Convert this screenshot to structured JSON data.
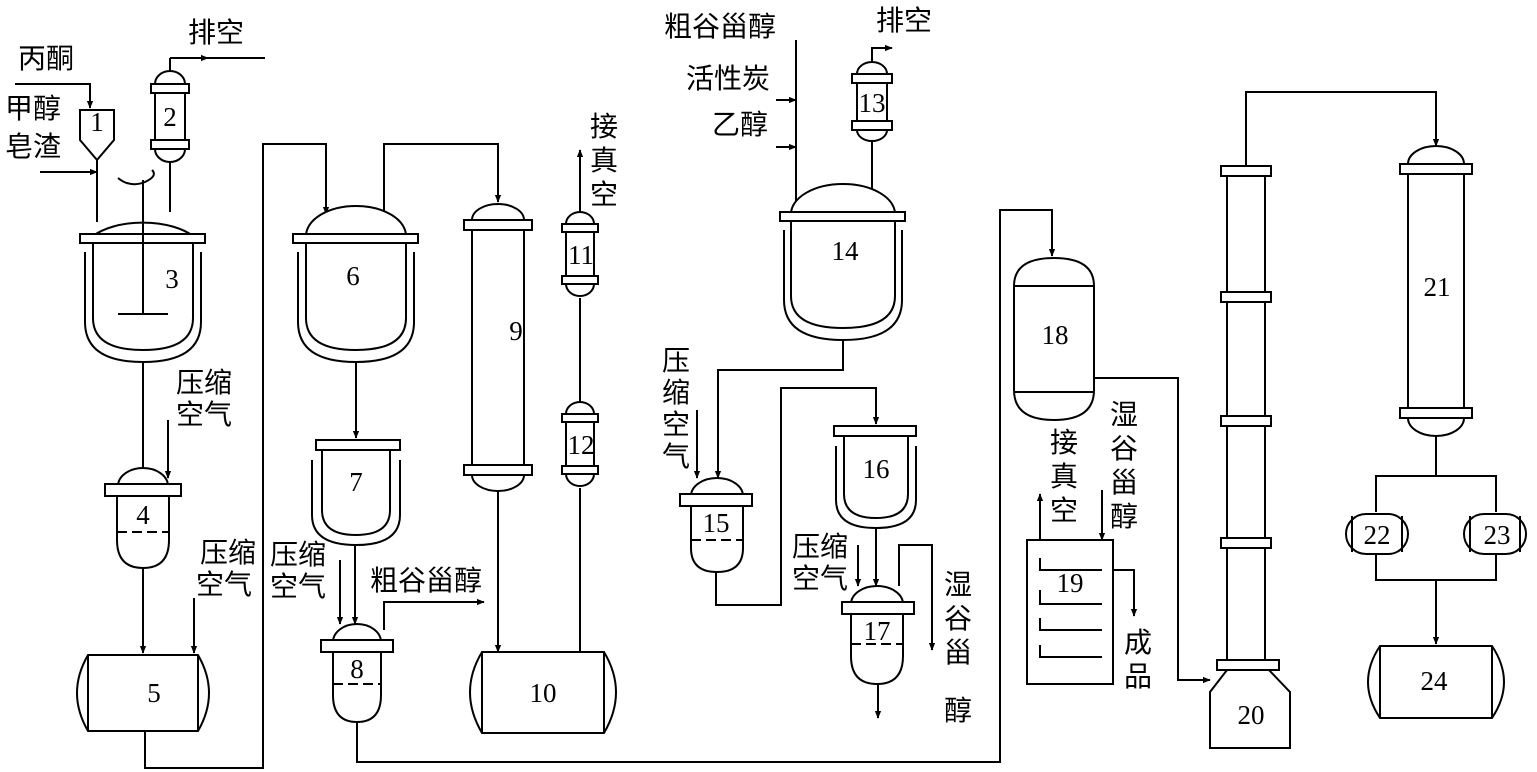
{
  "figure": {
    "units": {
      "u1": "1",
      "u2": "2",
      "u3": "3",
      "u4": "4",
      "u5": "5",
      "u6": "6",
      "u7": "7",
      "u8": "8",
      "u9": "9",
      "u10": "10",
      "u11": "11",
      "u12": "12",
      "u13": "13",
      "u14": "14",
      "u15": "15",
      "u16": "16",
      "u17": "17",
      "u18": "18",
      "u19": "19",
      "u20": "20",
      "u21": "21",
      "u22": "22",
      "u23": "23",
      "u24": "24"
    },
    "labels": {
      "acetone": "丙酮",
      "methanol": "甲醇",
      "soap_residue": "皂渣",
      "vent_top_left": "排空",
      "compressed_air_4": [
        "压缩",
        "空气"
      ],
      "compressed_air_5": [
        "压缩",
        "空气"
      ],
      "compressed_air_8": [
        "压缩",
        "空气"
      ],
      "crude_sterol_out": "粗谷甾醇",
      "vacuum_11": [
        "接",
        "真",
        "空"
      ],
      "crude_sterol_in": "粗谷甾醇",
      "activated_carbon": "活性炭",
      "ethanol": "乙醇",
      "vent_13": "排空",
      "compressed_air_15": [
        "压",
        "缩",
        "空",
        "气"
      ],
      "compressed_air_17": [
        "压缩",
        "空气"
      ],
      "wet_sterol_17": [
        "湿",
        "谷",
        "甾",
        "醇"
      ],
      "vacuum_19": [
        "接",
        "真",
        "空"
      ],
      "wet_sterol_19": [
        "湿",
        "谷",
        "甾",
        "醇"
      ],
      "product": [
        "成",
        "品"
      ]
    }
  }
}
